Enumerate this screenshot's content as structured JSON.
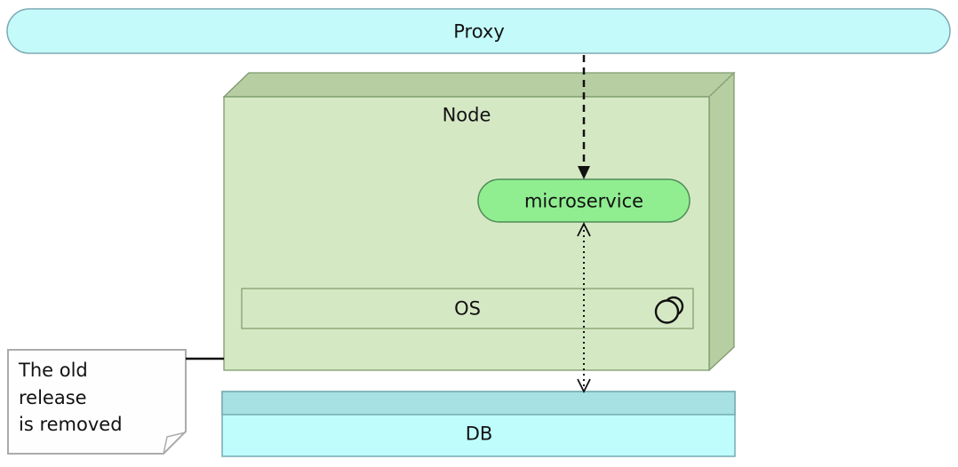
{
  "diagram": {
    "type": "deployment-diagram",
    "proxy": {
      "label": "Proxy",
      "shape": "rounded-pill"
    },
    "node": {
      "label": "Node",
      "shape": "3d-box"
    },
    "microservice": {
      "label": "microservice",
      "shape": "rounded-pill"
    },
    "os": {
      "label": "OS",
      "shape": "rectangle",
      "icon": "double-circle-icon"
    },
    "db": {
      "label": "DB",
      "shape": "banded-rectangle"
    },
    "note": {
      "line1": "The old",
      "line2": "release",
      "line3": "is removed",
      "attached_to": "Node"
    },
    "edges": [
      {
        "from": "Proxy",
        "to": "microservice",
        "style": "dashed",
        "arrowhead": "filled-triangle-down"
      },
      {
        "from": "microservice",
        "to": "DB",
        "style": "dotted",
        "arrowhead": "open-both-ends"
      }
    ],
    "colors": {
      "proxy_fill": "#C4FAFA",
      "proxy_border": "#7FA9B3",
      "node_front_fill": "#D5E8C4",
      "node_side_fill": "#B7CEA2",
      "node_border": "#7C9A6B",
      "microservice_fill": "#90EE90",
      "microservice_border": "#4F8C57",
      "db_band_fill": "#A7E1E3",
      "db_body_fill": "#BFFDFD",
      "db_border": "#74ABB0",
      "note_fill": "#FFFFFF",
      "note_border": "#ABABAB",
      "arrow_color": "#111111",
      "text_color": "#121212"
    }
  }
}
